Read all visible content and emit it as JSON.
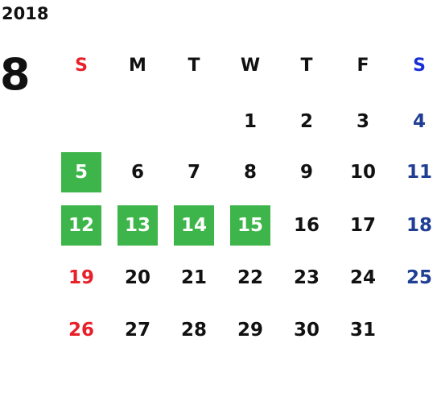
{
  "calendar": {
    "year": "2018",
    "month": "8",
    "weekdays": [
      {
        "label": "S",
        "color": "#e8202a"
      },
      {
        "label": "M",
        "color": "#111111"
      },
      {
        "label": "T",
        "color": "#111111"
      },
      {
        "label": "W",
        "color": "#111111"
      },
      {
        "label": "T",
        "color": "#111111"
      },
      {
        "label": "F",
        "color": "#111111"
      },
      {
        "label": "S",
        "color": "#1b2fd8"
      }
    ],
    "first_weekday_index": 3,
    "days_in_month": 31,
    "highlighted_days": [
      5,
      12,
      13,
      14,
      15
    ],
    "colors": {
      "highlight": "#3db54a",
      "sunday": "#e8202a",
      "saturday": "#1f3e94",
      "default": "#111111"
    }
  }
}
